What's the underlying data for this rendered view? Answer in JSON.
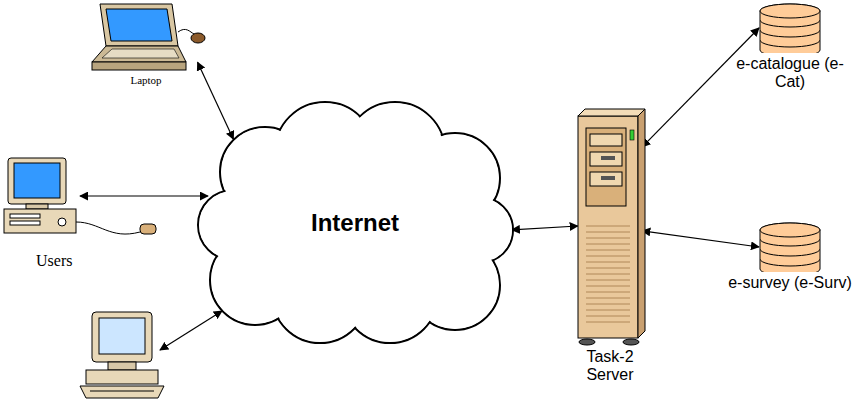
{
  "diagram": {
    "nodes": [
      {
        "text": [
          "Laptop"
        ]
      },
      {
        "text": [
          "Internet"
        ]
      },
      {
        "text": [
          "Task-2 Server"
        ]
      },
      {
        "text": [
          "e-catalogue (e-Cat)"
        ]
      },
      {
        "text": [
          "e-survey (e-Surv)"
        ]
      }
    ],
    "edges": [
      {
        "from": 0,
        "to": 1,
        "arrow": "both"
      },
      {
        "from": 1,
        "to": 2,
        "arrow": "both"
      },
      {
        "from": 2,
        "to": 3,
        "arrow": "both"
      },
      {
        "from": 2,
        "to": 4,
        "arrow": "both"
      }
    ],
    "labels": [
      "Users"
    ]
  }
}
